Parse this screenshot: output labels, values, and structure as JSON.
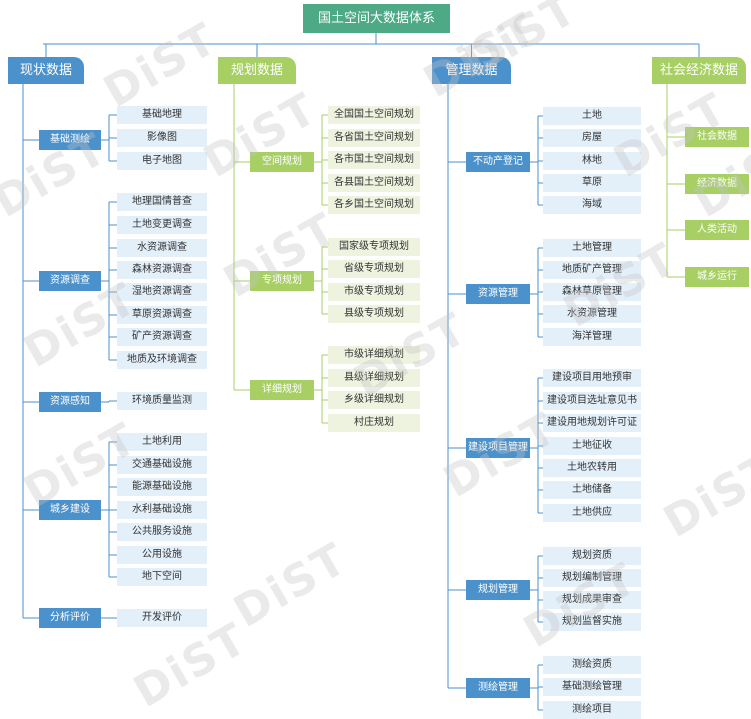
{
  "root": "国土空间大数据体系",
  "watermark": "DiST",
  "colors": {
    "root": "#4ea987",
    "blue": "#4b91cc",
    "green": "#a7cf64",
    "blue_leaf": "#e3eff9",
    "green_leaf": "#edf3df",
    "line_blue": "#4b91cc",
    "line_green": "#a7cf64"
  },
  "categories": [
    {
      "label": "现状数据",
      "theme": "blue",
      "groups": [
        {
          "label": "基础测绘",
          "leaves": [
            "基础地理",
            "影像图",
            "电子地图"
          ]
        },
        {
          "label": "资源调查",
          "leaves": [
            "地理国情普查",
            "土地变更调查",
            "水资源调查",
            "森林资源调查",
            "湿地资源调查",
            "草原资源调查",
            "矿产资源调查",
            "地质及环境调查"
          ]
        },
        {
          "label": "资源感知",
          "leaves": [
            "环境质量监测"
          ]
        },
        {
          "label": "城乡建设",
          "leaves": [
            "土地利用",
            "交通基础设施",
            "能源基础设施",
            "水利基础设施",
            "公共服务设施",
            "公用设施",
            "地下空间"
          ]
        },
        {
          "label": "分析评价",
          "leaves": [
            "开发评价"
          ]
        }
      ]
    },
    {
      "label": "规划数据",
      "theme": "green",
      "groups": [
        {
          "label": "空间规划",
          "leaves": [
            "全国国土空间规划",
            "各省国土空间规划",
            "各市国土空间规划",
            "各县国土空间规划",
            "各乡国土空间规划"
          ]
        },
        {
          "label": "专项规划",
          "leaves": [
            "国家级专项规划",
            "省级专项规划",
            "市级专项规划",
            "县级专项规划"
          ]
        },
        {
          "label": "详细规划",
          "leaves": [
            "市级详细规划",
            "县级详细规划",
            "乡级详细规划",
            "村庄规划"
          ]
        }
      ]
    },
    {
      "label": "管理数据",
      "theme": "blue",
      "groups": [
        {
          "label": "不动产登记",
          "leaves": [
            "土地",
            "房屋",
            "林地",
            "草原",
            "海域"
          ]
        },
        {
          "label": "资源管理",
          "leaves": [
            "土地管理",
            "地质矿产管理",
            "森林草原管理",
            "水资源管理",
            "海洋管理"
          ]
        },
        {
          "label": "建设项目管理",
          "leaves": [
            "建设项目用地预审",
            "建设项目选址意见书",
            "建设用地规划许可证",
            "土地征收",
            "土地农转用",
            "土地储备",
            "土地供应"
          ]
        },
        {
          "label": "规划管理",
          "leaves": [
            "规划资质",
            "规划编制管理",
            "规划成果审查",
            "规划监督实施"
          ]
        },
        {
          "label": "测绘管理",
          "leaves": [
            "测绘资质",
            "基础测绘管理",
            "测绘项目"
          ]
        }
      ]
    },
    {
      "label": "社会经济数据",
      "theme": "green",
      "groups": [
        {
          "label": "社会数据",
          "leaves": []
        },
        {
          "label": "经济数据",
          "leaves": []
        },
        {
          "label": "人类活动",
          "leaves": []
        },
        {
          "label": "城乡运行",
          "leaves": []
        }
      ]
    }
  ]
}
